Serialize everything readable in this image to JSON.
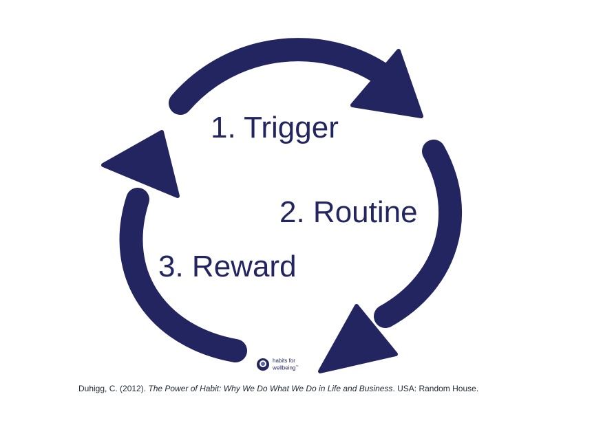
{
  "diagram": {
    "steps": [
      {
        "label": "1. Trigger"
      },
      {
        "label": "2. Routine"
      },
      {
        "label": "3. Reward"
      }
    ],
    "colors": {
      "arrow": "#232560",
      "text": "#232560",
      "background": "#ffffff"
    },
    "arrow_icon": "circular-cycle-arrows"
  },
  "logo": {
    "icon": "habits-logo-icon",
    "line1": "habits for",
    "line2": "wellbeing",
    "trademark": "™"
  },
  "citation": {
    "authors_year": "Duhigg, C. (2012). ",
    "title": "The Power of Habit: Why We Do What We Do in Life and Business",
    "publisher": ". USA: Random House."
  }
}
